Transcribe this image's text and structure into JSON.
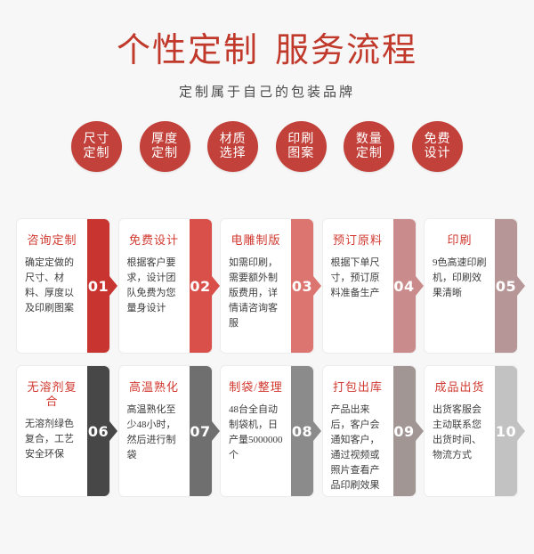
{
  "header": {
    "title_left": "个性定制",
    "title_right": "服务流程",
    "subtitle": "定制属于自己的包装品牌",
    "title_color": "#c0392b"
  },
  "feature_circles": {
    "color": "#c2413a",
    "items": [
      {
        "line1": "尺寸",
        "line2": "定制"
      },
      {
        "line1": "厚度",
        "line2": "定制"
      },
      {
        "line1": "材质",
        "line2": "选择"
      },
      {
        "line1": "印刷",
        "line2": "图案"
      },
      {
        "line1": "数量",
        "line2": "定制"
      },
      {
        "line1": "免费",
        "line2": "设计"
      }
    ]
  },
  "steps_row1": [
    {
      "number": "01",
      "title": "咨询定制",
      "text": "确定定做的尺寸、材料、厚度以及印刷图案",
      "band_color": "#c8342f"
    },
    {
      "number": "02",
      "title": "免费设计",
      "text": "根据客户要求，设计团队免费为您量身设计",
      "band_color": "#d9504b"
    },
    {
      "number": "03",
      "title": "电雕制版",
      "text": "如需印刷，需要额外制版费用，详情请咨询客服",
      "band_color": "#dc7570"
    },
    {
      "number": "04",
      "title": "预订原料",
      "text": "根据下单尺寸，预订原料准备生产",
      "band_color": "#c98b8b"
    },
    {
      "number": "05",
      "title": "印刷",
      "text": "9色高速印刷机，印刷效果清晰",
      "band_color": "#b79697"
    }
  ],
  "steps_row2": [
    {
      "number": "06",
      "title": "无溶剂复合",
      "text": "无溶剂绿色复合，工艺安全环保",
      "band_color": "#474747"
    },
    {
      "number": "07",
      "title": "高温熟化",
      "text": "高温熟化至少48小时，然后进行制袋",
      "band_color": "#6f6f6f"
    },
    {
      "number": "08",
      "title": "制袋/整理",
      "text": "48台全自动制袋机，日产量5000000个",
      "band_color": "#8b8b8b"
    },
    {
      "number": "09",
      "title": "打包出库",
      "text": "产品出来后，客户会通知客户，通过视频或照片查看产品印刷效果",
      "band_color": "#a29695"
    },
    {
      "number": "10",
      "title": "成品出货",
      "text": "出货客服会主动联系您出货时间、物流方式",
      "band_color": "#c2c2c2"
    }
  ]
}
